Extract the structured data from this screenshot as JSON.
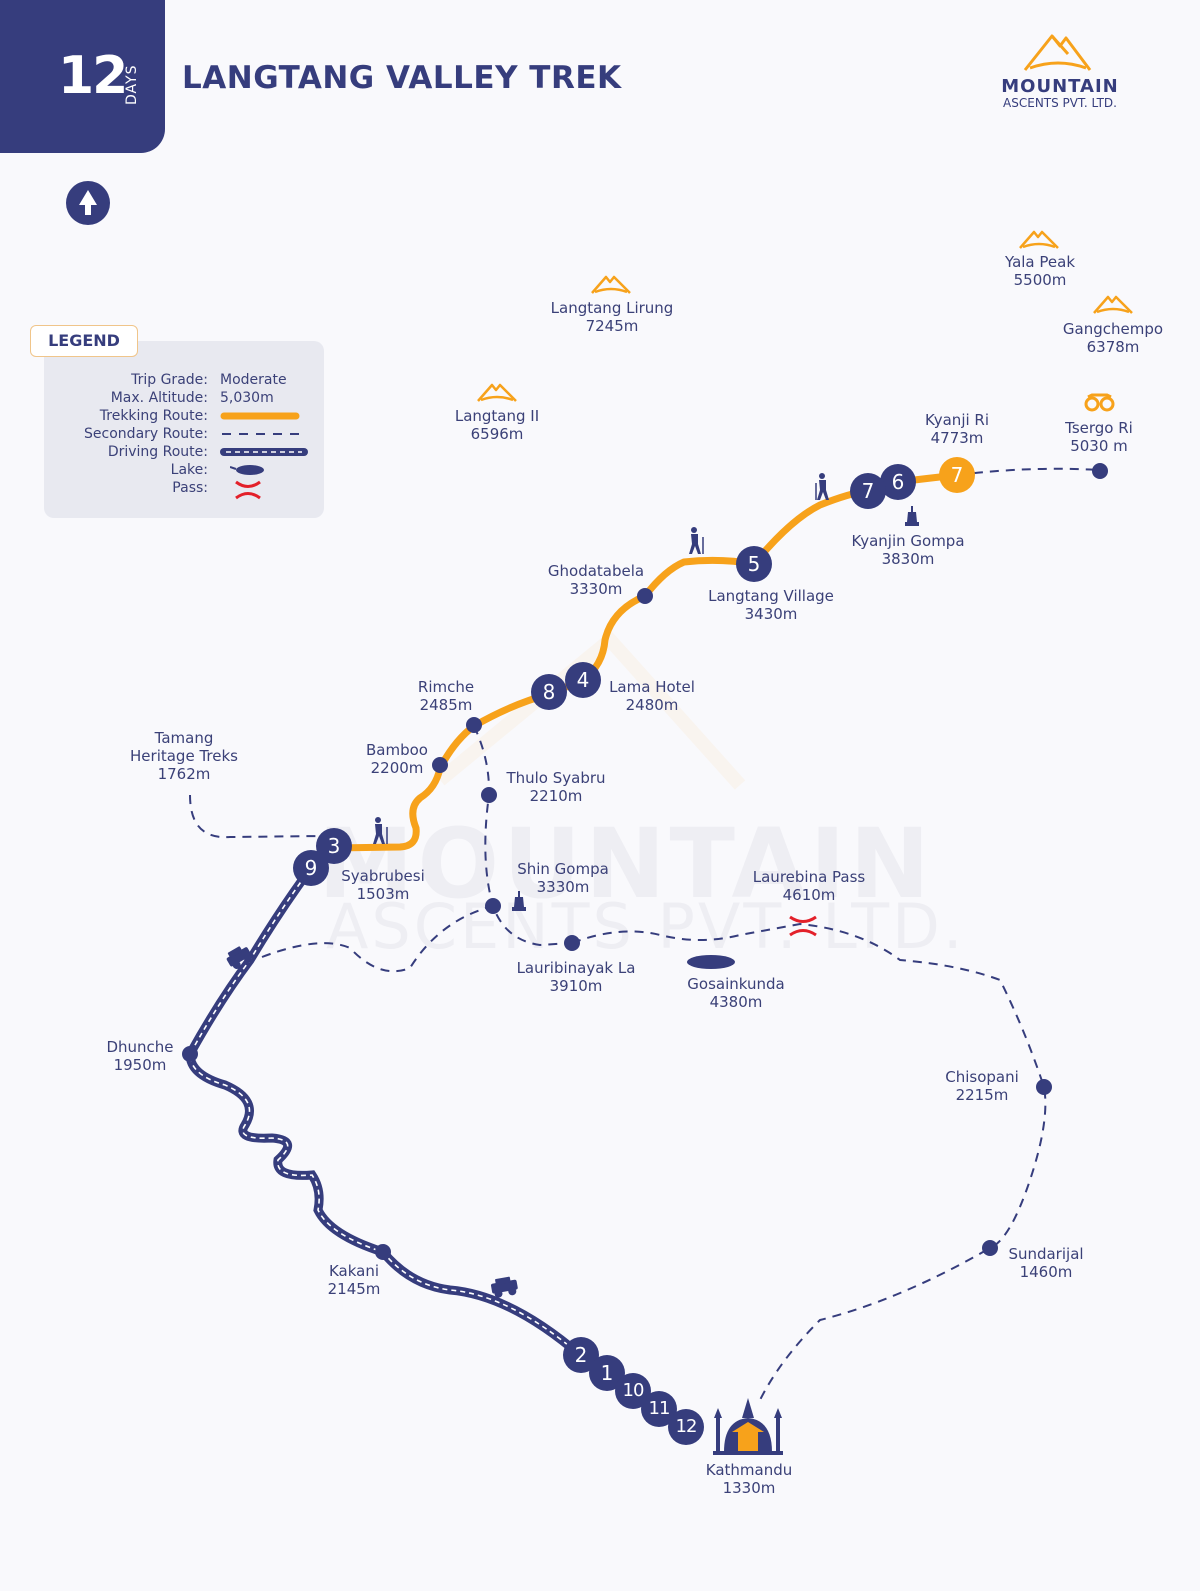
{
  "header": {
    "days_number": "12",
    "days_word": "DAYS",
    "title": "LANGTANG VALLEY TREK"
  },
  "logo": {
    "name": "MOUNTAIN",
    "subtitle": "ASCENTS PVT. LTD."
  },
  "north_icon": "north-arrow-icon",
  "watermark": {
    "line1": "MOUNTAIN",
    "line2": "ASCENTS PVT. LTD."
  },
  "legend": {
    "title": "LEGEND",
    "trip_grade_label": "Trip Grade:",
    "trip_grade_value": "Moderate",
    "max_altitude_label": "Max. Altitude:",
    "max_altitude_value": "5,030m",
    "trekking_route_label": "Trekking Route:",
    "secondary_route_label": "Secondary Route:",
    "driving_route_label": "Driving Route:",
    "lake_label": "Lake:",
    "pass_label": "Pass:"
  },
  "colors": {
    "navy": "#363d7d",
    "orange": "#f7a21b",
    "pass_red": "#e3202a",
    "background": "#f9f9fc",
    "legend_bg": "#e8e9f0"
  },
  "peaks": [
    {
      "name": "Langtang Lirung",
      "altitude": "7245m"
    },
    {
      "name": "Langtang II",
      "altitude": "6596m"
    },
    {
      "name": "Yala Peak",
      "altitude": "5500m"
    },
    {
      "name": "Gangchempo",
      "altitude": "6378m"
    }
  ],
  "places": {
    "tsergo_ri": {
      "name": "Tsergo Ri",
      "altitude": "5030 m"
    },
    "kyanji_ri": {
      "name": "Kyanji Ri",
      "altitude": "4773m"
    },
    "kyanjin_gompa": {
      "name": "Kyanjin Gompa",
      "altitude": "3830m"
    },
    "langtang_village": {
      "name": "Langtang Village",
      "altitude": "3430m"
    },
    "ghodatabela": {
      "name": "Ghodatabela",
      "altitude": "3330m"
    },
    "lama_hotel": {
      "name": "Lama Hotel",
      "altitude": "2480m"
    },
    "rimche": {
      "name": "Rimche",
      "altitude": "2485m"
    },
    "bamboo": {
      "name": "Bamboo",
      "altitude": "2200m"
    },
    "thulo_syabru": {
      "name": "Thulo Syabru",
      "altitude": "2210m"
    },
    "tamang_heritage": {
      "name": "Tamang\nHeritage Treks",
      "line1": "Tamang",
      "line2": "Heritage Treks",
      "altitude": "1762m"
    },
    "syabrubesi": {
      "name": "Syabrubesi",
      "altitude": "1503m"
    },
    "shin_gompa": {
      "name": "Shin Gompa",
      "altitude": "3330m"
    },
    "lauribinayak_la": {
      "name": "Lauribinayak La",
      "altitude": "3910m"
    },
    "gosainkunda": {
      "name": "Gosainkunda",
      "altitude": "4380m"
    },
    "laurebina_pass": {
      "name": "Laurebina Pass",
      "altitude": "4610m"
    },
    "chisopani": {
      "name": "Chisopani",
      "altitude": "2215m"
    },
    "sundarijal": {
      "name": "Sundarijal",
      "altitude": "1460m"
    },
    "dhunche": {
      "name": "Dhunche",
      "altitude": "1950m"
    },
    "kakani": {
      "name": "Kakani",
      "altitude": "2145m"
    },
    "kathmandu": {
      "name": "Kathmandu",
      "altitude": "1330m"
    }
  },
  "day_markers": {
    "d1": "1",
    "d2": "2",
    "d3": "3",
    "d4": "4",
    "d5": "5",
    "d6": "6",
    "d7a": "7",
    "d7b": "7",
    "d8": "8",
    "d9": "9",
    "d10": "10",
    "d11": "11",
    "d12": "12"
  }
}
